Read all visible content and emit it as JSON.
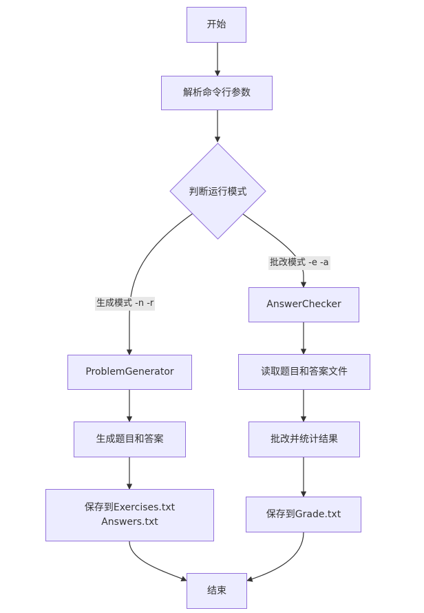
{
  "nodes": {
    "start": "开始",
    "parse_args": "解析命令行参数",
    "decide_mode": "判断运行模式",
    "problem_generator": "ProblemGenerator",
    "generate_problems": "生成题目和答案",
    "save_exercises": "保存到Exercises.txt\nAnswers.txt",
    "answer_checker": "AnswerChecker",
    "read_files": "读取题目和答案文件",
    "grade_stats": "批改并统计结果",
    "save_grade": "保存到Grade.txt",
    "end": "结束"
  },
  "edge_labels": {
    "generate_mode": "生成模式 -n -r",
    "grade_mode": "批改模式 -e -a"
  },
  "colors": {
    "node_fill": "#ECECFF",
    "node_border": "#9370DB",
    "edge": "#333333",
    "edge_label_bg": "#e8e8e8"
  }
}
